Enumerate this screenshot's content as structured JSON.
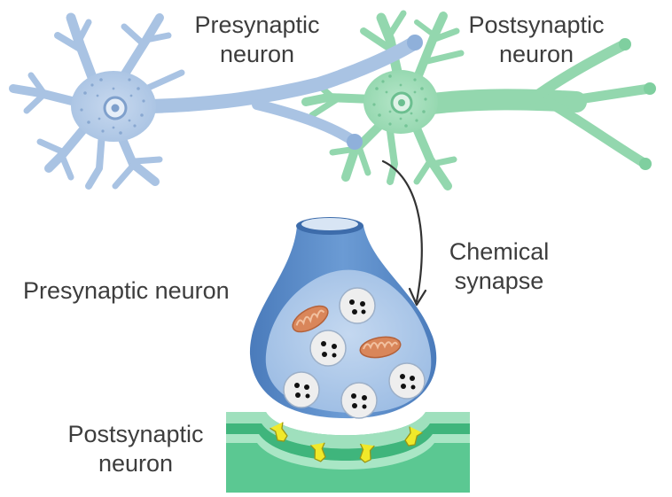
{
  "labels": {
    "presynaptic_top": [
      "Presynaptic",
      "neuron"
    ],
    "postsynaptic_top": [
      "Postsynaptic",
      "neuron"
    ],
    "chemical_synapse": [
      "Chemical",
      "synapse"
    ],
    "presynaptic_bottom": "Presynaptic neuron",
    "postsynaptic_bottom": [
      "Postsynaptic",
      "neuron"
    ]
  },
  "colors": {
    "presynaptic_neuron": "#a9c3e3",
    "presynaptic_outline": "#7fa0cc",
    "postsynaptic_neuron": "#93d7ae",
    "postsynaptic_outline": "#6cbf90",
    "terminal": "#5b8ecb",
    "terminal_dark": "#4a7bbb",
    "vesicle": "#eeeeee",
    "mitochondrion": "#d9865a",
    "receptor": "#f0e92a",
    "membrane": "#54c58c",
    "text": "#3d3d3d"
  },
  "icons": [
    "presynaptic-neuron-icon",
    "postsynaptic-neuron-icon",
    "synaptic-terminal-icon",
    "synaptic-vesicle-icon",
    "mitochondrion-icon",
    "receptor-icon",
    "curved-arrow-icon"
  ]
}
